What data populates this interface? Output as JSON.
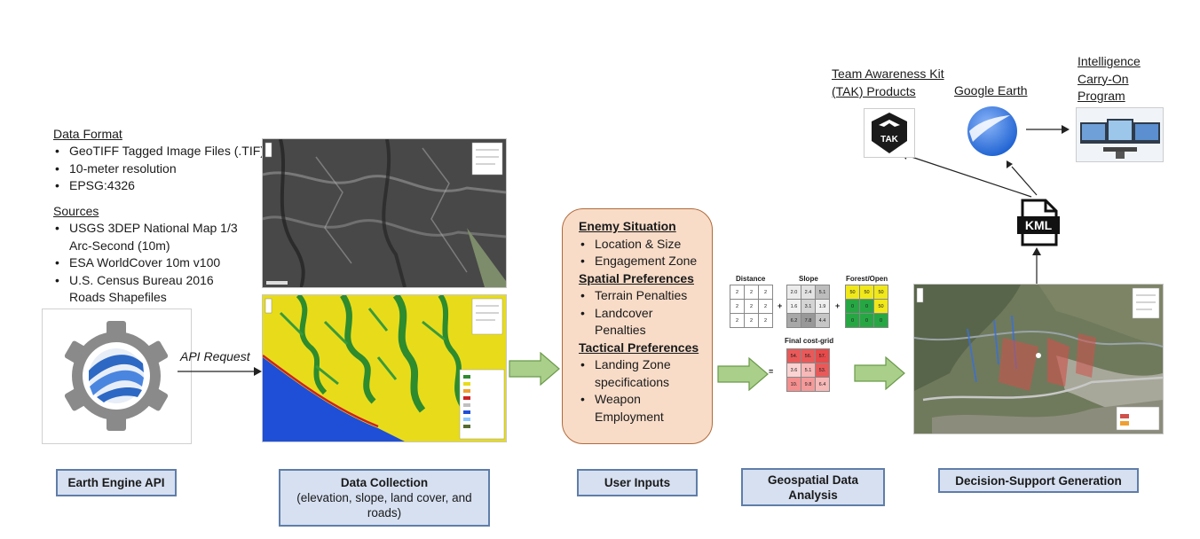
{
  "data_format": {
    "heading": "Data Format",
    "items": [
      "GeoTIFF Tagged Image Files (.TIF)",
      "10-meter resolution",
      "EPSG:4326"
    ]
  },
  "sources": {
    "heading": "Sources",
    "items": [
      "USGS 3DEP National Map 1/3 Arc-Second (10m)",
      "ESA WorldCover 10m v100",
      "U.S. Census Bureau 2016 Roads Shapefiles"
    ]
  },
  "api_request_label": "API Request",
  "user_inputs": {
    "sections": [
      {
        "heading": "Enemy Situation",
        "items": [
          "Location & Size",
          "Engagement Zone"
        ]
      },
      {
        "heading": "Spatial Preferences",
        "items": [
          "Terrain Penalties",
          "Landcover Penalties"
        ]
      },
      {
        "heading": "Tactical Preferences",
        "items": [
          "Landing Zone specifications",
          "Weapon Employment"
        ]
      }
    ]
  },
  "analysis_grids": {
    "distance": {
      "label": "Distance",
      "cells": [
        "2",
        "2",
        "2",
        "2",
        "2",
        "2",
        "2",
        "2",
        "2"
      ]
    },
    "slope": {
      "label": "Slope",
      "cells": [
        "2.0",
        "2.4",
        "5.1",
        "1.6",
        "3.1",
        "1.9",
        "6.2",
        "7.8",
        "4.4"
      ]
    },
    "forest": {
      "label": "Forest/Open",
      "cells": [
        "50",
        "50",
        "50",
        "0",
        "0",
        "50",
        "0",
        "0",
        "0"
      ]
    },
    "final": {
      "label": "Final cost-grid",
      "cells": [
        "54.",
        "56.",
        "57.",
        "3.6",
        "5.1",
        "53.",
        "10.",
        "9.8",
        "6.4"
      ]
    },
    "plus": "+",
    "equals": "="
  },
  "outputs": {
    "tak_label": "Team Awareness Kit (TAK) Products",
    "tak_icon_text": "TAK",
    "google_earth_label": "Google Earth",
    "icop_label": "Intelligence Carry-On Program",
    "kml_text": "KML"
  },
  "stages": {
    "earth_engine": "Earth Engine API",
    "data_collection_title": "Data Collection",
    "data_collection_sub": "(elevation, slope, land cover, and roads)",
    "user_inputs": "User Inputs",
    "geospatial": "Geospatial Data Analysis",
    "decision": "Decision-Support Generation"
  },
  "colors": {
    "stage_fill": "#d6e0f1",
    "stage_border": "#5f7da9",
    "inputs_fill": "#f8dcc8",
    "arrow_green": "#a9cf8a",
    "arrow_green_border": "#6b9a4a",
    "landcover_yellow": "#f2e61a",
    "cost_red": "#e85a5a"
  }
}
